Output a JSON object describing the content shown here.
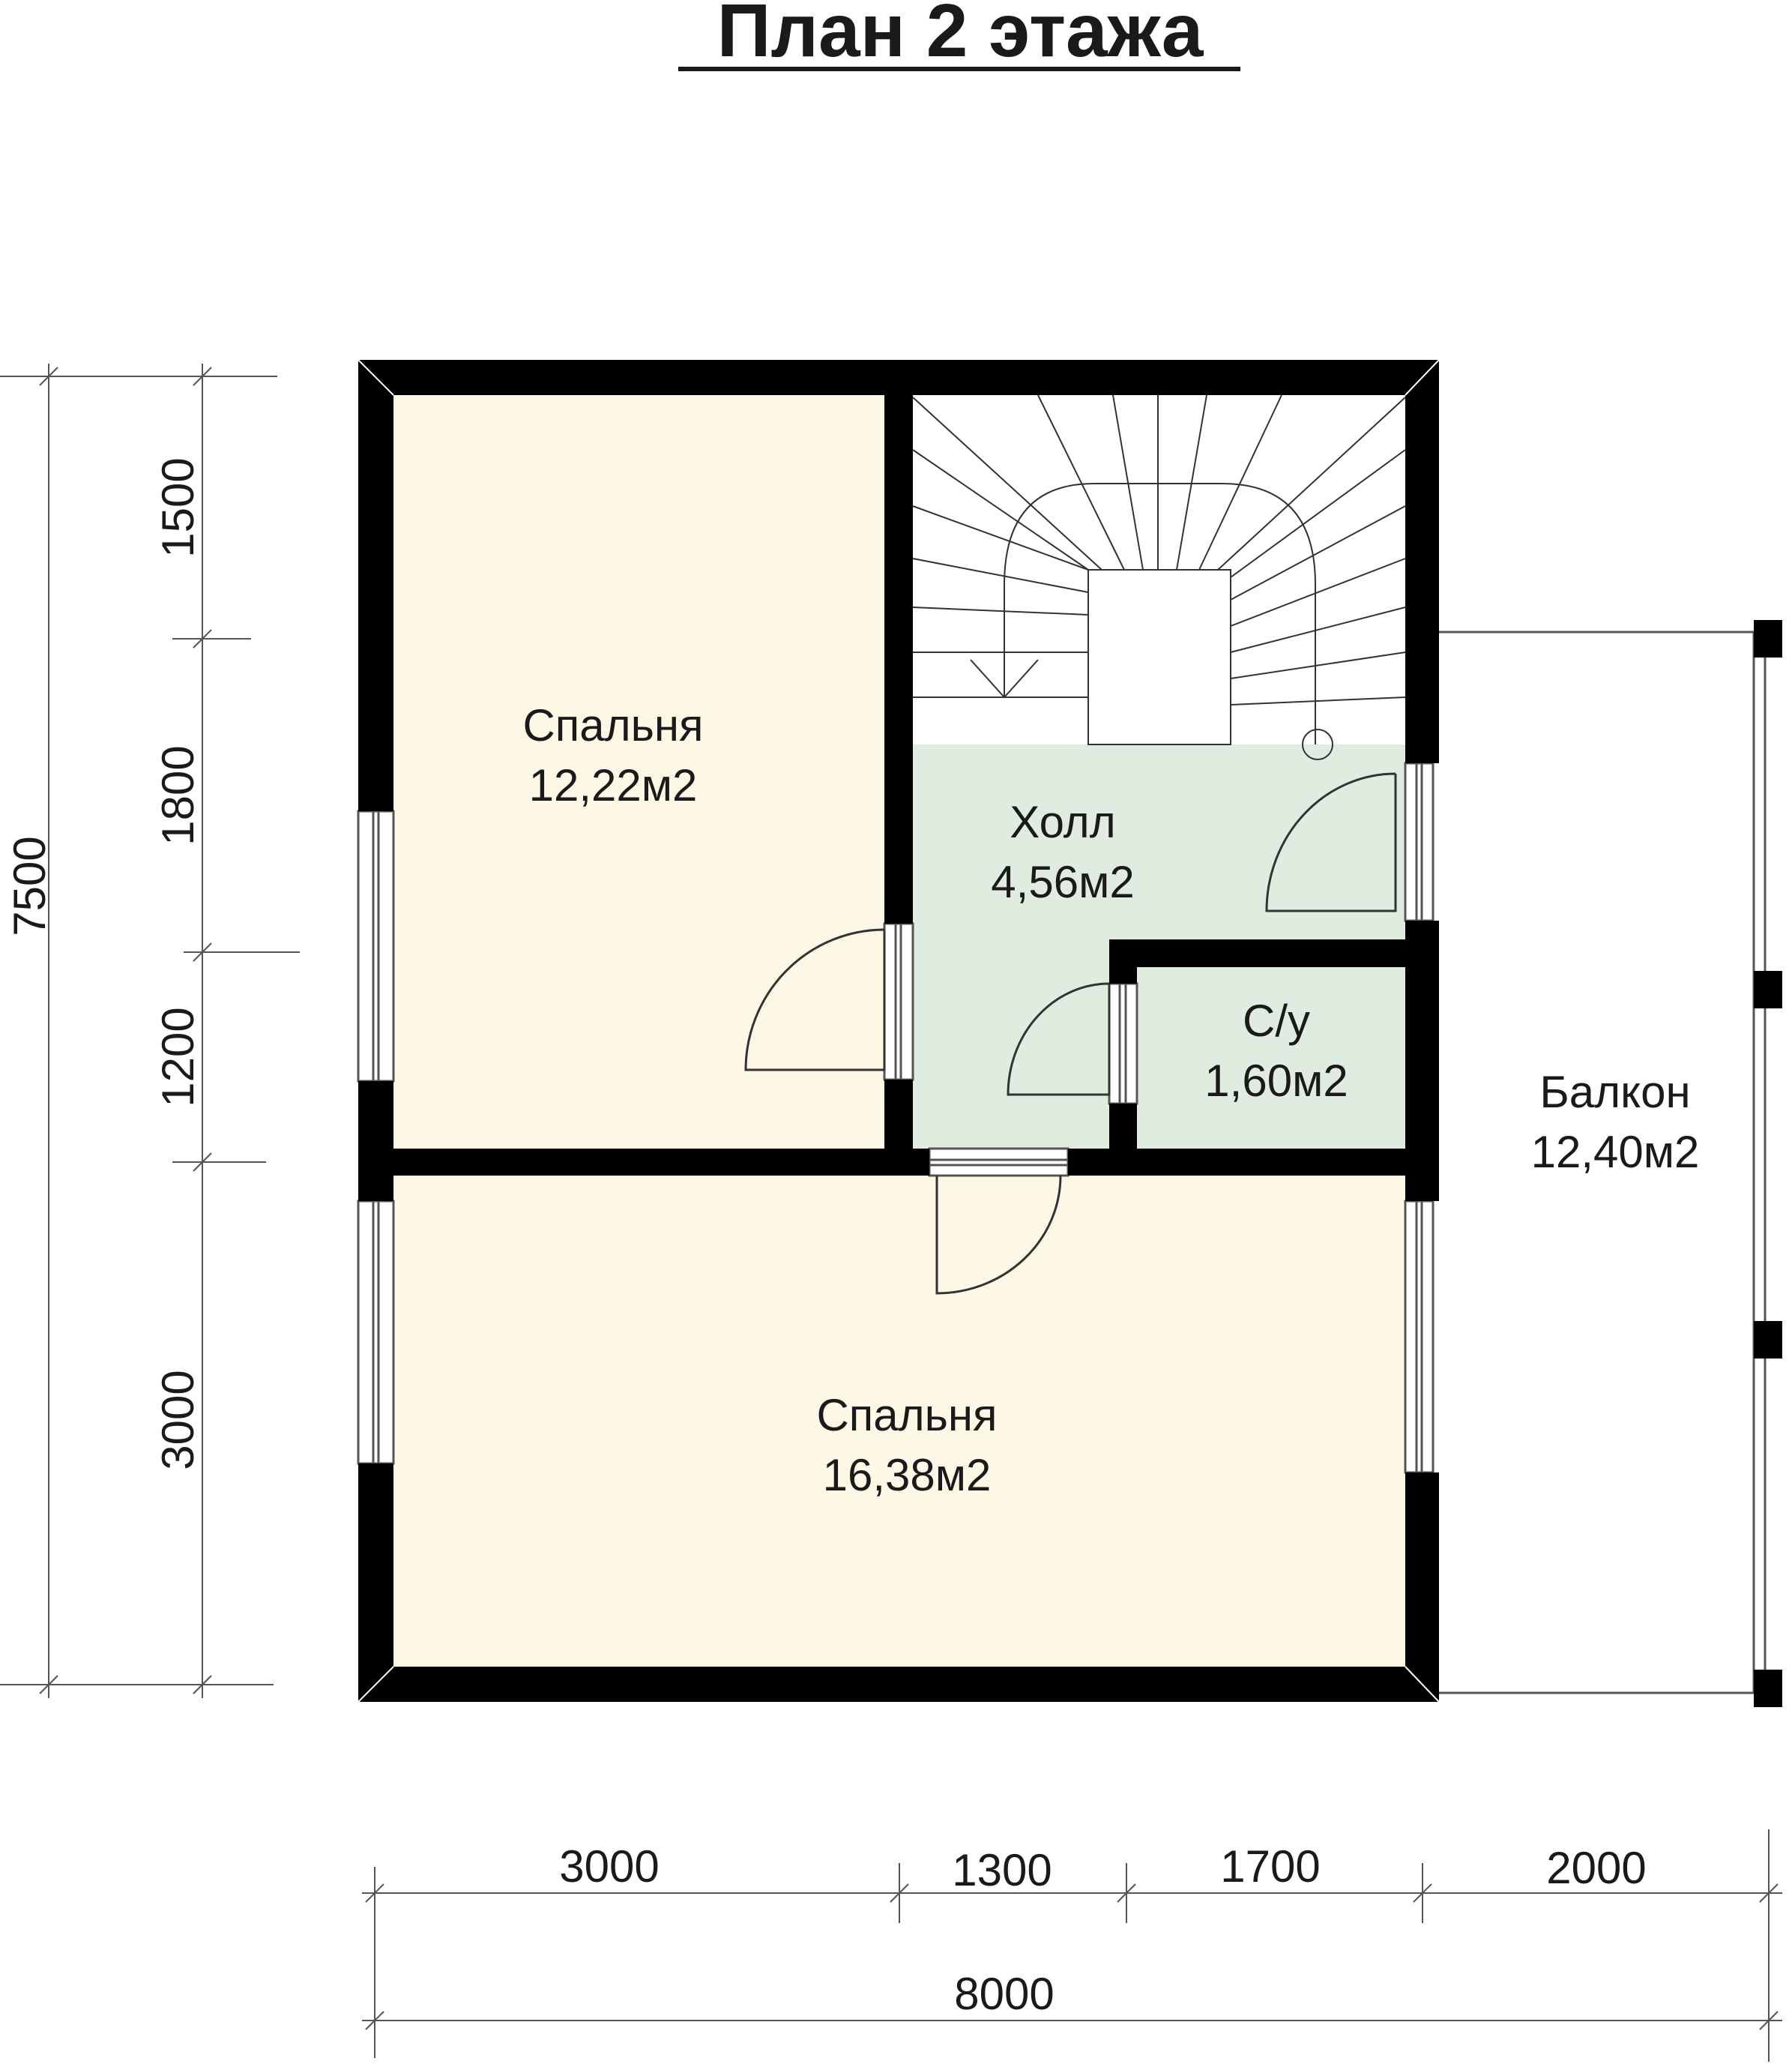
{
  "title": "План 2 этажа",
  "rooms": [
    {
      "name": "Спальня",
      "area": "12,22м2"
    },
    {
      "name": "Холл",
      "area": "4,56м2"
    },
    {
      "name": "С/у",
      "area": "1,60м2"
    },
    {
      "name": "Балкон",
      "area": "12,40м2"
    },
    {
      "name": "Спальня",
      "area": "16,38м2"
    }
  ],
  "dimensions": {
    "horizontal": [
      "3000",
      "1300",
      "1700",
      "2000"
    ],
    "horizontal_total": "8000",
    "vertical": [
      "1500",
      "1800",
      "1200",
      "3000"
    ],
    "vertical_total": "7500"
  },
  "colors": {
    "wall": "#000000",
    "bedroom_fill": "#fdf8e6",
    "hall_fill": "#e1ece0",
    "line": "#555555"
  }
}
